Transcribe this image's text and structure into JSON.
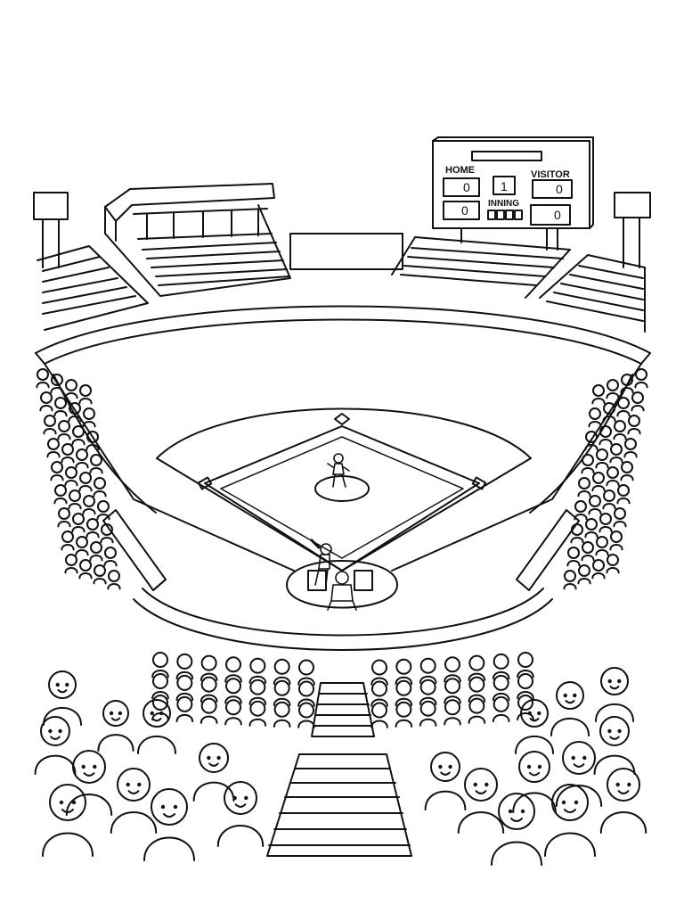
{
  "scoreboard": {
    "home_label": "HOME",
    "visitor_label": "VISITOR",
    "inning_label": "INNING",
    "home_scores": [
      "0",
      "0"
    ],
    "visitor_scores": [
      "0",
      "0"
    ],
    "inning": "1"
  },
  "colors": {
    "ink": "#111111",
    "paper": "#ffffff"
  }
}
